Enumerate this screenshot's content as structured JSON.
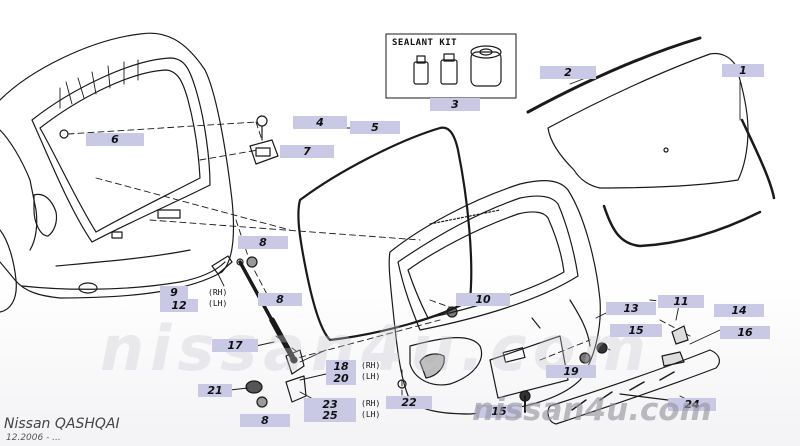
{
  "diagram": {
    "model": "Nissan QASHQAI",
    "date": "12.2006 - ...",
    "watermark": "nissan4u.com",
    "brand": "nissan4u.com",
    "kit_title": "SEALANT KIT"
  },
  "callouts": {
    "c1": "1",
    "c2": "2",
    "c3": "3",
    "c4": "4",
    "c5": "5",
    "c6": "6",
    "c7": "7",
    "c8a": "8",
    "c8b": "8",
    "c8c": "8",
    "c9": "9",
    "c10": "10",
    "c11": "11",
    "c12": "12",
    "c13": "13",
    "c14": "14",
    "c15a": "15",
    "c15b": "15",
    "c16": "16",
    "c17": "17",
    "c18": "18",
    "c19": "19",
    "c20": "20",
    "c21": "21",
    "c22": "22",
    "c23": "23",
    "c24": "24",
    "c25": "25"
  },
  "sides": {
    "rh1": "(RH)",
    "lh1": "(LH)",
    "rh2": "(RH)",
    "lh2": "(LH)",
    "rh3": "(RH)",
    "lh3": "(LH)"
  },
  "colors": {
    "label_bg": "#c9c9e6",
    "line": "#1a1a1a"
  }
}
